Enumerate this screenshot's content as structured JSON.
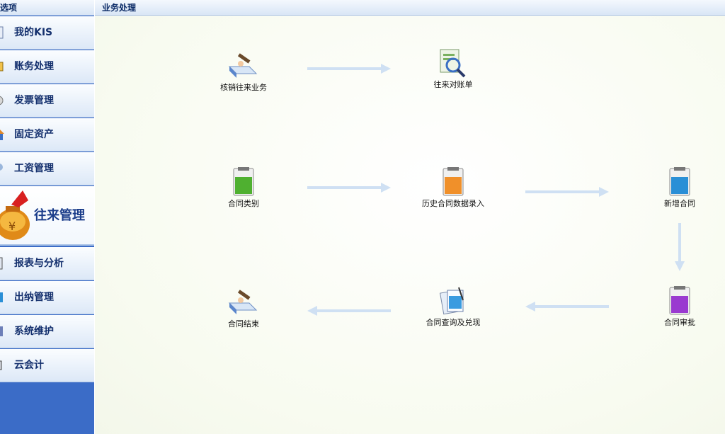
{
  "sidebar": {
    "header": "选项",
    "items": [
      {
        "label": "我的KIS",
        "icon": "document-icon"
      },
      {
        "label": "账务处理",
        "icon": "ledger-icon"
      },
      {
        "label": "发票管理",
        "icon": "invoice-icon"
      },
      {
        "label": "固定资产",
        "icon": "house-icon"
      },
      {
        "label": "工资管理",
        "icon": "salary-icon"
      },
      {
        "label": "往来管理",
        "icon": "money-bag-icon",
        "active": true
      },
      {
        "label": "报表与分析",
        "icon": "report-icon"
      },
      {
        "label": "出纳管理",
        "icon": "cashier-icon"
      },
      {
        "label": "系统维护",
        "icon": "maintenance-icon"
      },
      {
        "label": "云会计",
        "icon": "cloud-accounting-icon"
      }
    ]
  },
  "main": {
    "title": "业务处理",
    "nodes": {
      "writeoff": "核销往来业务",
      "statement": "往来对账单",
      "contract_type": "合同类别",
      "history_entry": "历史合同数据录入",
      "new_contract": "新增合同",
      "contract_approval": "合同审批",
      "contract_query": "合同查询及兑现",
      "contract_end": "合同结束"
    }
  },
  "colors": {
    "sidebar_bg": "#3b6cc7",
    "arrow": "#cfe0f3",
    "header_text": "#0a2a66"
  }
}
